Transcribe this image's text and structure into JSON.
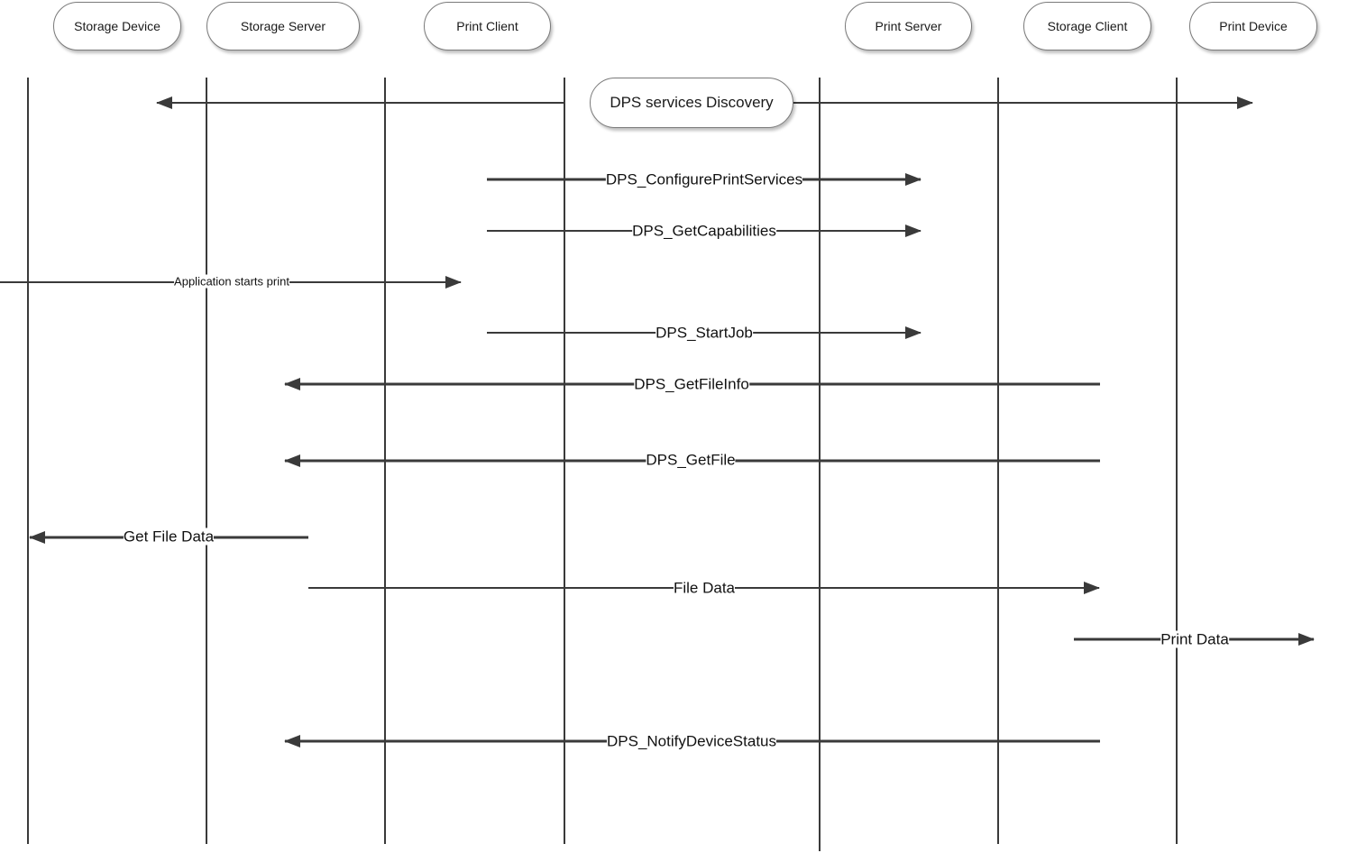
{
  "actors": {
    "storage_device": "Storage Device",
    "storage_server": "Storage Server",
    "print_client": "Print Client",
    "print_server": "Print Server",
    "storage_client": "Storage Client",
    "print_device": "Print Device"
  },
  "discovery_label": "DPS services Discovery",
  "messages": {
    "configure_print_services": "DPS_ConfigurePrintServices",
    "get_capabilities": "DPS_GetCapabilities",
    "application_starts_print": "Application starts print",
    "start_job": "DPS_StartJob",
    "get_file_info": "DPS_GetFileInfo",
    "get_file": "DPS_GetFile",
    "get_file_data": "Get File Data",
    "file_data": "File Data",
    "print_data": "Print Data",
    "notify_device_status": "DPS_NotifyDeviceStatus"
  },
  "colors": {
    "line": "#3a3a3a",
    "box_border": "#7a7a7a"
  }
}
